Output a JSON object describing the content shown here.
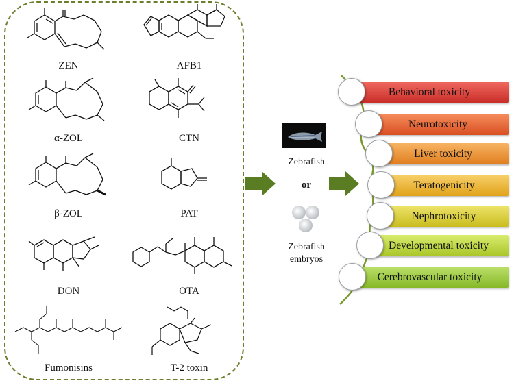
{
  "compounds": [
    {
      "label": "ZEN"
    },
    {
      "label": "AFB1"
    },
    {
      "label": "α-ZOL"
    },
    {
      "label": "CTN"
    },
    {
      "label": "β-ZOL"
    },
    {
      "label": "PAT"
    },
    {
      "label": "DON"
    },
    {
      "label": "OTA"
    },
    {
      "label": "Fumonisins"
    },
    {
      "label": "T-2 toxin"
    }
  ],
  "models": {
    "zebrafish": "Zebrafish",
    "or": "or",
    "embryos_line1": "Zebrafish",
    "embryos_line2": "embryos"
  },
  "toxicities": [
    {
      "label": "Behavioral toxicity",
      "color": "#e0403a"
    },
    {
      "label": "Neurotoxicity",
      "color": "#ea6a35"
    },
    {
      "label": "Liver toxicity",
      "color": "#f09a36"
    },
    {
      "label": "Teratogenicity",
      "color": "#f2bd33"
    },
    {
      "label": "Nephrotoxicity",
      "color": "#e2d538"
    },
    {
      "label": "Developmental toxicity",
      "color": "#c3dc3a"
    },
    {
      "label": "Cerebrovascular  toxicity",
      "color": "#9ccd3b"
    }
  ],
  "accent_colors": {
    "dash_border": "#6a7e2c",
    "arrow": "#5a7d23",
    "vine": "#7a9a2f"
  }
}
